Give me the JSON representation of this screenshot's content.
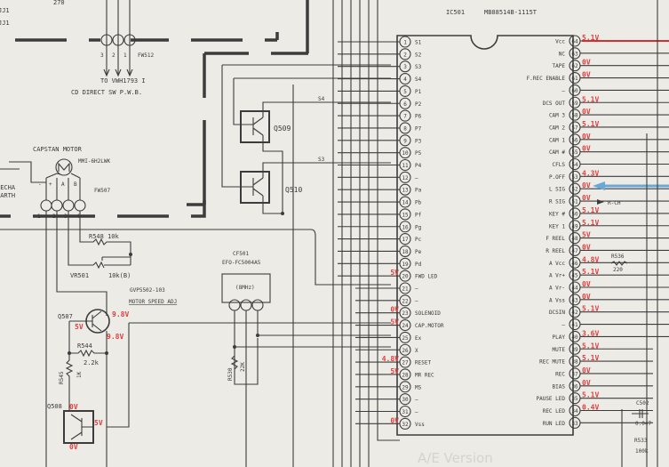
{
  "title": {
    "ic_ref": "IC501",
    "ic_part": "MB88514B-1115T"
  },
  "top": {
    "resistor_value": "270",
    "edge_label_1": "JJ1",
    "edge_label_2": "JJ1",
    "connector": "FW512",
    "pin_labels": [
      "3",
      "2",
      "1"
    ],
    "dest_line1": "TO VWH1793 I",
    "dest_line2": "CD DIRECT SW P.W.B."
  },
  "motor": {
    "title": "CAPSTAN MOTOR",
    "part": "MMI-6H2LWK",
    "pins": [
      "-",
      "+",
      "A",
      "B"
    ],
    "connector": "FW507",
    "pin_numbers": [
      "1",
      "2",
      "3",
      "4"
    ],
    "earth_line1": "MECHA",
    "earth_line2": "EARTH"
  },
  "components": {
    "q509": "Q509",
    "q510": "Q510",
    "s4": "S4",
    "s3": "S3",
    "r548": "R548  10k",
    "vr501": "VR501",
    "vr501_value": "10k(B)",
    "gvp": "GVP5502-103",
    "motor_speed": "MOTOR SPEED  ADJ",
    "q507": "Q507",
    "q507_v_c": "9.8V",
    "q507_v_b": "5V",
    "q507_v_e": "9.8V",
    "r544": "R544",
    "r544_value": "2.2k",
    "r545": "R545",
    "r545_value": "1K",
    "q508": "Q508",
    "q508_v_c": "0V",
    "q508_v_b": "5V",
    "q508_v_e": "0V",
    "cf501": "CF501",
    "cf501_part": "EFO-FC5004A5",
    "cf501_freq": "(8MHz)",
    "r530": "R530",
    "r530_value": "22K",
    "r536": "R536",
    "r536_value": "220",
    "c502": "C502",
    "c502_value": "0.047",
    "r533": "R533",
    "r533_value": "100k",
    "rch": "R-CH",
    "ghost_text": "A/E Version"
  },
  "left_pins": [
    {
      "n": "1",
      "label": "S1",
      "v": ""
    },
    {
      "n": "2",
      "label": "S2",
      "v": ""
    },
    {
      "n": "3",
      "label": "S3",
      "v": ""
    },
    {
      "n": "4",
      "label": "S4",
      "v": ""
    },
    {
      "n": "5",
      "label": "P1",
      "v": ""
    },
    {
      "n": "6",
      "label": "P2",
      "v": ""
    },
    {
      "n": "7",
      "label": "P6",
      "v": ""
    },
    {
      "n": "8",
      "label": "P7",
      "v": ""
    },
    {
      "n": "9",
      "label": "P3",
      "v": ""
    },
    {
      "n": "10",
      "label": "P5",
      "v": ""
    },
    {
      "n": "11",
      "label": "P4",
      "v": ""
    },
    {
      "n": "12",
      "label": "—",
      "v": ""
    },
    {
      "n": "13",
      "label": "Pa",
      "v": ""
    },
    {
      "n": "14",
      "label": "Pb",
      "v": ""
    },
    {
      "n": "15",
      "label": "Pf",
      "v": ""
    },
    {
      "n": "16",
      "label": "Pg",
      "v": ""
    },
    {
      "n": "17",
      "label": "Pc",
      "v": ""
    },
    {
      "n": "18",
      "label": "Pe",
      "v": ""
    },
    {
      "n": "19",
      "label": "Pd",
      "v": ""
    },
    {
      "n": "20",
      "label": "FWD LED",
      "v": "5V"
    },
    {
      "n": "21",
      "label": "—",
      "v": ""
    },
    {
      "n": "22",
      "label": "—",
      "v": ""
    },
    {
      "n": "23",
      "label": "SOLENOID",
      "v": "0V"
    },
    {
      "n": "24",
      "label": "CAP.MOTOR",
      "v": "5V"
    },
    {
      "n": "25",
      "label": "Ex",
      "v": ""
    },
    {
      "n": "26",
      "label": "X",
      "v": ""
    },
    {
      "n": "27",
      "label": "RESET",
      "v": "4.8V"
    },
    {
      "n": "28",
      "label": "MR REC",
      "v": "5V"
    },
    {
      "n": "29",
      "label": "MS",
      "v": ""
    },
    {
      "n": "30",
      "label": "—",
      "v": ""
    },
    {
      "n": "31",
      "label": "—",
      "v": ""
    },
    {
      "n": "32",
      "label": "Vss",
      "v": "0V"
    }
  ],
  "right_pins": [
    {
      "n": "64",
      "label": "Vcc",
      "v": "5.1V"
    },
    {
      "n": "63",
      "label": "NC",
      "v": ""
    },
    {
      "n": "62",
      "label": "TAPE",
      "v": "0V"
    },
    {
      "n": "61",
      "label": "F.REC ENABLE",
      "v": "0V"
    },
    {
      "n": "60",
      "label": "—",
      "v": ""
    },
    {
      "n": "59",
      "label": "DCS OUT",
      "v": "5.1V"
    },
    {
      "n": "58",
      "label": "CAM 3",
      "v": "0V"
    },
    {
      "n": "57",
      "label": "CAM 2",
      "v": "5.1V"
    },
    {
      "n": "56",
      "label": "CAM 1",
      "v": "0V"
    },
    {
      "n": "55",
      "label": "CAM #",
      "v": "0V"
    },
    {
      "n": "54",
      "label": "CFLS",
      "v": ""
    },
    {
      "n": "53",
      "label": "P.OFF",
      "v": "4.3V"
    },
    {
      "n": "52",
      "label": "L SIG",
      "v": "0V"
    },
    {
      "n": "51",
      "label": "R SIG",
      "v": "0V"
    },
    {
      "n": "50",
      "label": "KEY #",
      "v": "5.1V"
    },
    {
      "n": "49",
      "label": "KEY 1",
      "v": "5.1V"
    },
    {
      "n": "48",
      "label": "F REEL",
      "v": "5V"
    },
    {
      "n": "47",
      "label": "R REEL",
      "v": "0V"
    },
    {
      "n": "46",
      "label": "A Vcc",
      "v": "4.8V"
    },
    {
      "n": "45",
      "label": "A Vr+",
      "v": "5.1V"
    },
    {
      "n": "44",
      "label": "A Vr-",
      "v": "0V"
    },
    {
      "n": "43",
      "label": "A Vss",
      "v": "0V"
    },
    {
      "n": "42",
      "label": "DCSIN",
      "v": "5.1V"
    },
    {
      "n": "41",
      "label": "—",
      "v": ""
    },
    {
      "n": "40",
      "label": "PLAY",
      "v": "3.6V"
    },
    {
      "n": "39",
      "label": "MUTE",
      "v": "5.1V"
    },
    {
      "n": "38",
      "label": "REC MUTE",
      "v": "5.1V"
    },
    {
      "n": "37",
      "label": "REC",
      "v": "0V"
    },
    {
      "n": "36",
      "label": "BIAS",
      "v": "0V"
    },
    {
      "n": "35",
      "label": "PAUSE LED",
      "v": "5.1V"
    },
    {
      "n": "34",
      "label": "REC LED",
      "v": "0.4V"
    },
    {
      "n": "33",
      "label": "RUN LED",
      "v": ""
    }
  ],
  "colors": {
    "voltage": "#e04040",
    "wire": "#3c3c3c",
    "vcc_line": "#d03030",
    "signal_arrow": "#6aa8d8",
    "paper": "#ecebe6"
  }
}
